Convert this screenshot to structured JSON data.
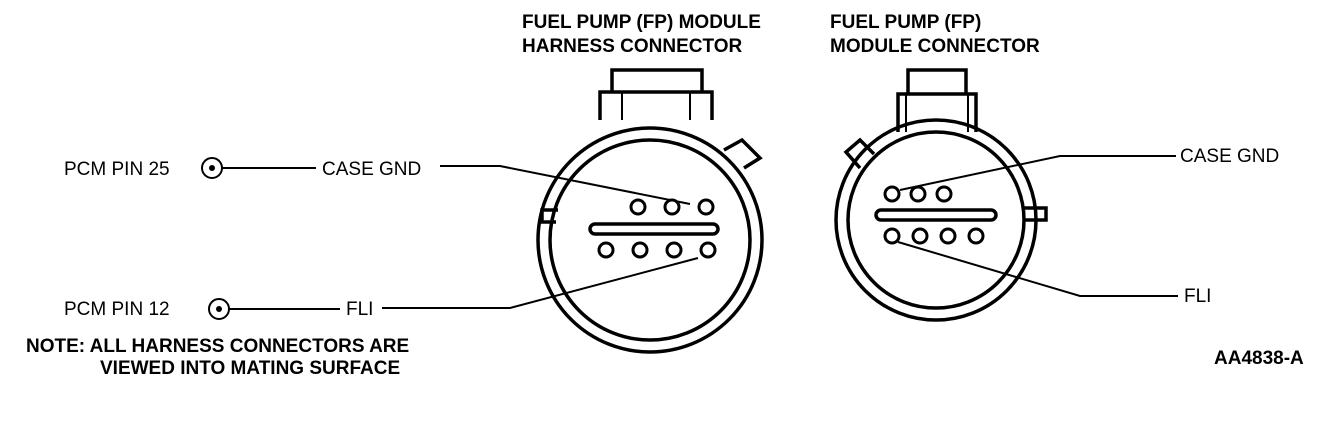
{
  "harness_connector": {
    "title_line1": "FUEL PUMP (FP) MODULE",
    "title_line2": "HARNESS CONNECTOR"
  },
  "module_connector": {
    "title_line1": "FUEL PUMP (FP)",
    "title_line2": "MODULE CONNECTOR"
  },
  "left_labels": {
    "pcm_pin_25": "PCM PIN 25",
    "pcm_pin_12": "PCM PIN 12",
    "case_gnd": "CASE GND",
    "fli": "FLI"
  },
  "right_labels": {
    "case_gnd": "CASE GND",
    "fli": "FLI"
  },
  "note": {
    "line1": "NOTE: ALL HARNESS CONNECTORS ARE",
    "line2": "VIEWED INTO MATING SURFACE"
  },
  "figure_id": "AA4838-A"
}
